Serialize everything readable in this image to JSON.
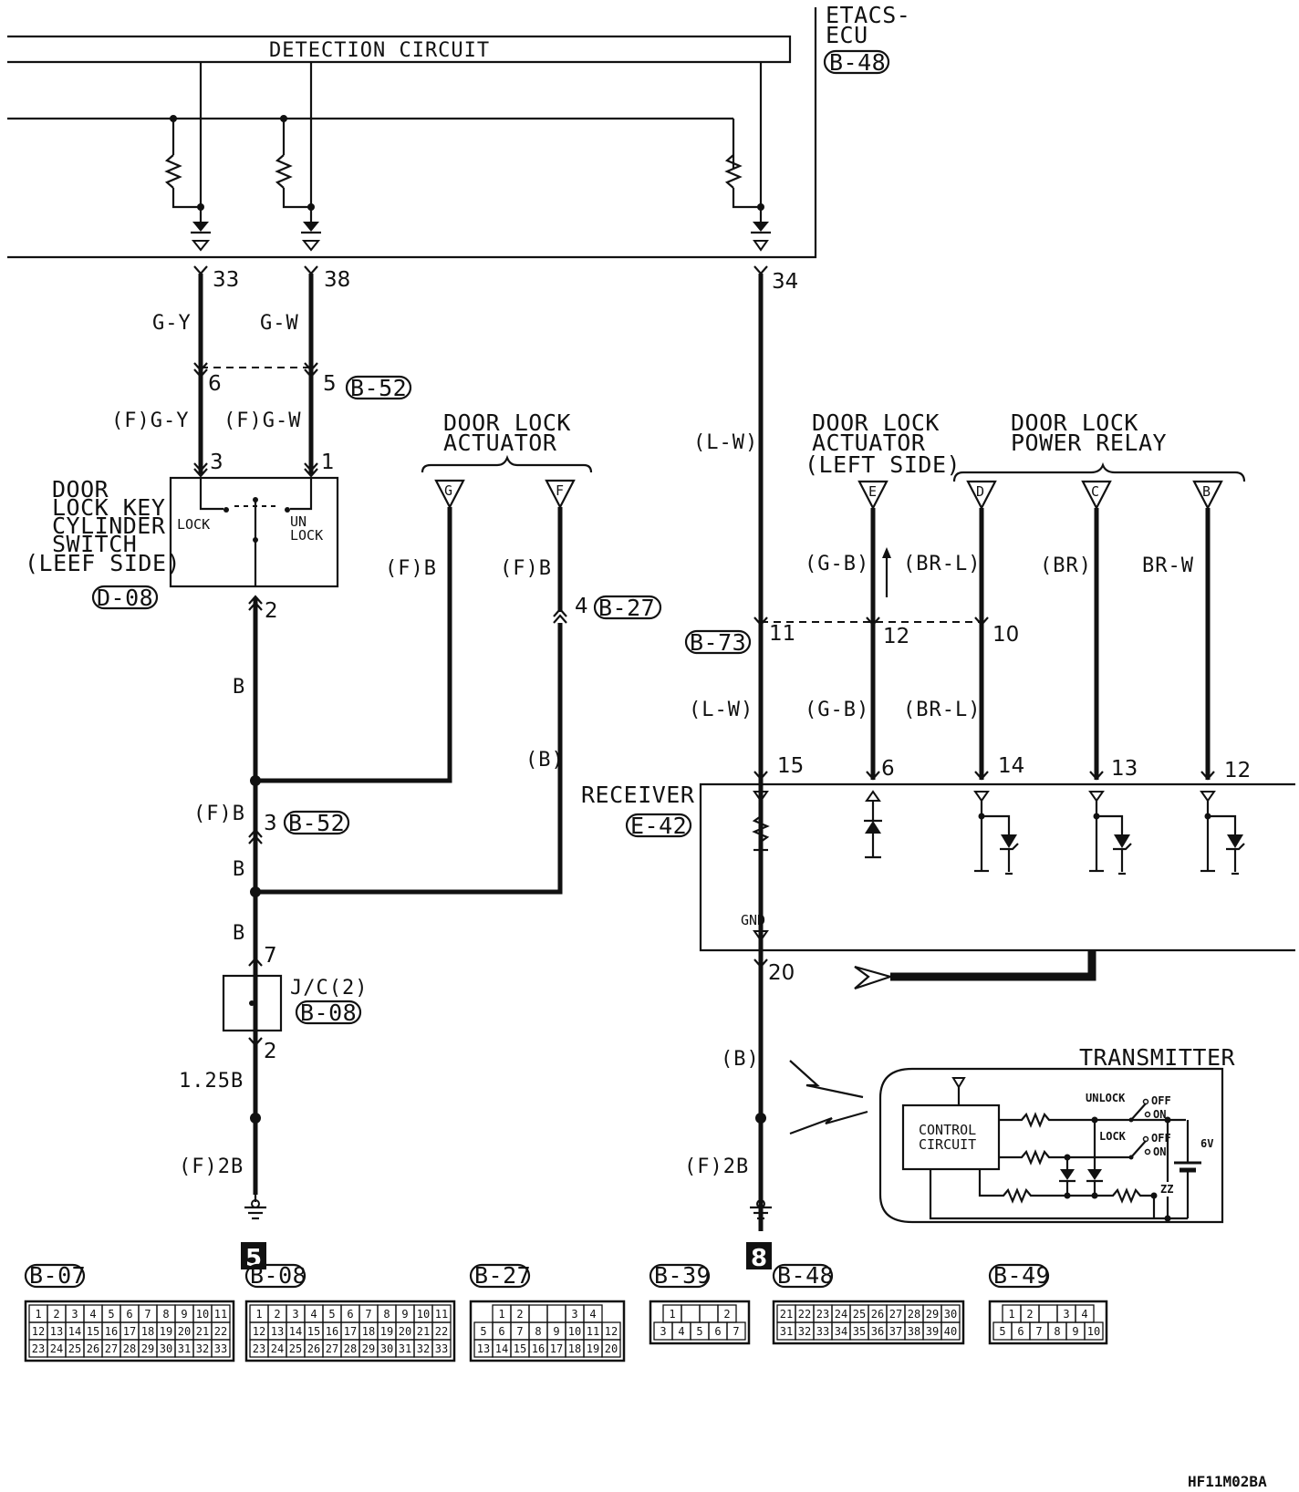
{
  "ecu": {
    "title_line1": "ETACS-",
    "title_line2": "ECU",
    "connector": "B-48",
    "detection": "DETECTION CIRCUIT"
  },
  "pins_top": {
    "p33": "33",
    "p38": "38",
    "p34": "34"
  },
  "wires": {
    "gy": "G-Y",
    "gw": "G-W",
    "fgy": "(F)G-Y",
    "fgw": "(F)G-W",
    "lw1": "(L-W)",
    "lw2": "(L-W)",
    "gb1": "(G-B)",
    "gb2": "(G-B)",
    "brl1": "(BR-L)",
    "brl2": "(BR-L)",
    "br": "(BR)",
    "brw": "BR-W",
    "fb1": "(F)B",
    "fb2": "(F)B",
    "b1": "B",
    "bb": "(B)",
    "fb3": "(F)B",
    "b2": "B",
    "b3": "B",
    "b125": "1.25B",
    "f2b": "(F)2B",
    "b4": "(B)",
    "f2b2": "(F)2B"
  },
  "b52": {
    "pin6": "6",
    "pin5": "5",
    "tag": "B-52",
    "pin3": "3"
  },
  "key_switch": {
    "l1": "DOOR",
    "l2": "LOCK KEY",
    "l3": "CYLINDER",
    "l4": "SWITCH",
    "l5": "(LEEF SIDE)",
    "tag": "D-08",
    "pin3": "3",
    "pin1": "1",
    "pin2": "2",
    "lock": "LOCK",
    "unlock1": "UN",
    "unlock2": "LOCK"
  },
  "actuator_right": {
    "l1": "DOOR LOCK",
    "l2": "ACTUATOR",
    "pinG": "G",
    "pinF": "F",
    "b27pin": "4",
    "b27tag": "B-27"
  },
  "actuator_left": {
    "l1": "DOOR LOCK",
    "l2": "ACTUATOR",
    "l3": "(LEFT SIDE)",
    "pinE": "E"
  },
  "power_relay": {
    "l1": "DOOR LOCK",
    "l2": "POWER RELAY",
    "pinD": "D",
    "pinC": "C",
    "pinB": "B"
  },
  "b73": {
    "tag": "B-73",
    "p11": "11",
    "p12": "12",
    "p10": "10"
  },
  "receiver": {
    "label": "RECEIVER",
    "tag": "E-42",
    "gnd": "GND",
    "p15": "15",
    "p6": "6",
    "p14": "14",
    "p13": "13",
    "p12": "12",
    "p20": "20"
  },
  "jc": {
    "label": "J/C(2)",
    "tag": "B-08",
    "pin7": "7",
    "pin2": "2"
  },
  "grounds": {
    "g5": "5",
    "g8": "8"
  },
  "transmitter": {
    "title": "TRANSMITTER",
    "cc1": "CONTROL",
    "cc2": "CIRCUIT",
    "unlock": "UNLOCK",
    "lock": "LOCK",
    "off1": "OFF",
    "on1": "ON",
    "off2": "OFF",
    "on2": "ON",
    "v": "6V"
  },
  "connectors": {
    "b07": {
      "tag": "B-07",
      "rows": [
        [
          "1",
          "2",
          "3",
          "4",
          "5",
          "6",
          "7",
          "8",
          "9",
          "10",
          "11"
        ],
        [
          "12",
          "13",
          "14",
          "15",
          "16",
          "17",
          "18",
          "19",
          "20",
          "21",
          "22"
        ],
        [
          "23",
          "24",
          "25",
          "26",
          "27",
          "28",
          "29",
          "30",
          "31",
          "32",
          "33"
        ]
      ]
    },
    "b08": {
      "tag": "B-08",
      "rows": [
        [
          "1",
          "2",
          "3",
          "4",
          "5",
          "6",
          "7",
          "8",
          "9",
          "10",
          "11"
        ],
        [
          "12",
          "13",
          "14",
          "15",
          "16",
          "17",
          "18",
          "19",
          "20",
          "21",
          "22"
        ],
        [
          "23",
          "24",
          "25",
          "26",
          "27",
          "28",
          "29",
          "30",
          "31",
          "32",
          "33"
        ]
      ]
    },
    "b27": {
      "tag": "B-27",
      "rows": [
        [
          "1",
          "2",
          "",
          "",
          "3",
          "4"
        ],
        [
          "5",
          "6",
          "7",
          "8",
          "9",
          "10",
          "11",
          "12"
        ],
        [
          "13",
          "14",
          "15",
          "16",
          "17",
          "18",
          "19",
          "20"
        ]
      ]
    },
    "b39": {
      "tag": "B-39",
      "rows": [
        [
          "1",
          "",
          "",
          "2"
        ],
        [
          "3",
          "4",
          "5",
          "6",
          "7"
        ]
      ]
    },
    "b48": {
      "tag": "B-48",
      "rows": [
        [
          "21",
          "22",
          "23",
          "24",
          "25",
          "26",
          "27",
          "28",
          "29",
          "30"
        ],
        [
          "31",
          "32",
          "33",
          "34",
          "35",
          "36",
          "37",
          "38",
          "39",
          "40"
        ]
      ]
    },
    "b49": {
      "tag": "B-49",
      "rows": [
        [
          "1",
          "2",
          "",
          "3",
          "4"
        ],
        [
          "5",
          "6",
          "7",
          "8",
          "9",
          "10"
        ]
      ]
    }
  },
  "footer": {
    "code": "HF11M02BA"
  }
}
